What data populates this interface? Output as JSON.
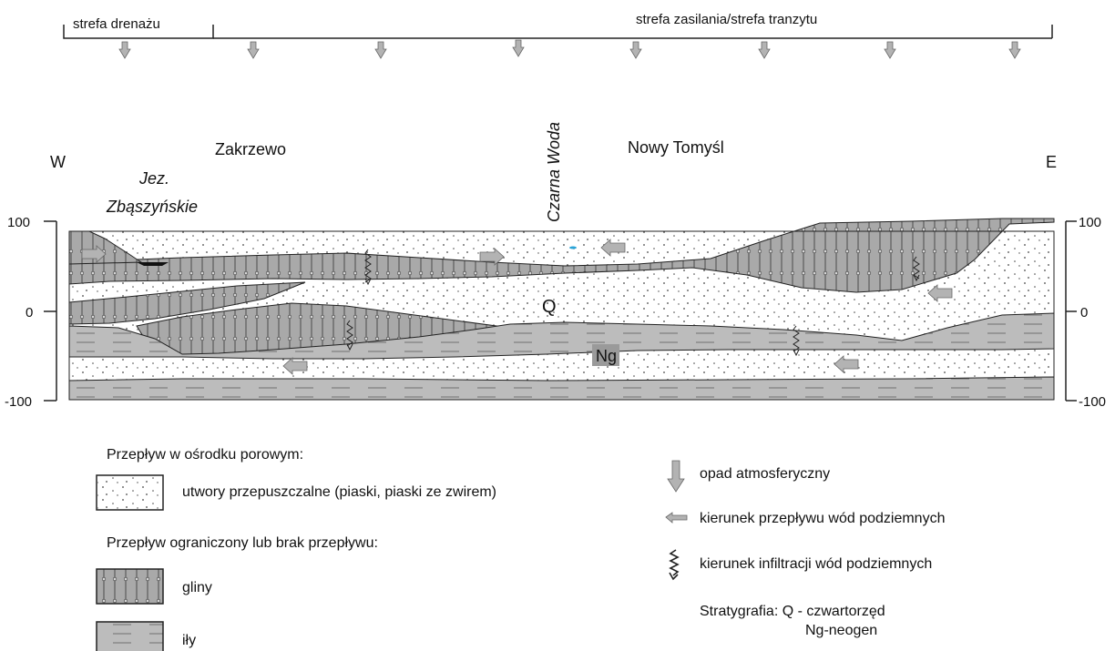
{
  "zones": {
    "drainage": "strefa drenażu",
    "recharge": "strefa zasilania/strefa tranzytu"
  },
  "places": {
    "west": "W",
    "east": "E",
    "lake_line1": "Jez.",
    "lake_line2": "Zbąszyńskie",
    "zakrzewo": "Zakrzewo",
    "czarna_woda": "Czarna Woda",
    "nowy_tomysl": "Nowy Tomyśl"
  },
  "axis": {
    "left": [
      "100",
      "0",
      "-100"
    ],
    "right": [
      "100",
      "0",
      "-100"
    ]
  },
  "units": {
    "q": "Q",
    "ng": "Ng"
  },
  "legend": {
    "porous_header": "Przepływ w ośrodku porowym:",
    "permeable": "utwory przepuszczalne (piaski, piaski ze zwirem)",
    "limited_header": "Przepływ ograniczony lub brak przepływu:",
    "clay": "gliny",
    "silt": "iły",
    "rain": "opad atmosferyczny",
    "flow": "kierunek przepływu wód podziemnych",
    "infiltration": "kierunek infiltracji wód podziemnych",
    "strat_line1": "Stratygrafia: Q - czwartorzęd",
    "strat_line2": "Ng-neogen"
  },
  "colors": {
    "clay": "#a9a9a9",
    "silt": "#bcbcbc",
    "arrow": "#b3b3b3",
    "water": "#2aa4d8"
  }
}
